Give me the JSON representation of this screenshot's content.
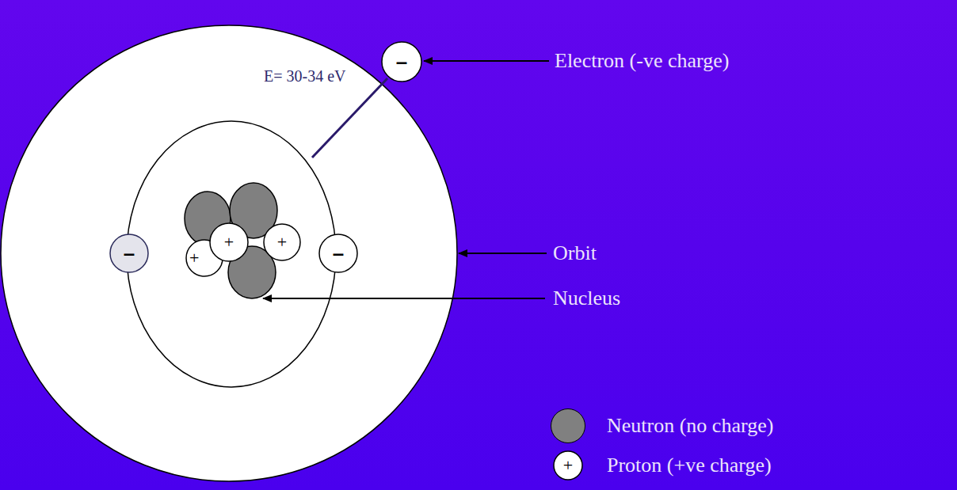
{
  "diagram": {
    "nodes": [
      {
        "text": [
          "–"
        ]
      },
      {
        "text": [
          "–"
        ]
      },
      {
        "text": [
          "+"
        ]
      },
      {
        "text": [
          "+"
        ]
      },
      {
        "text": [
          "+"
        ]
      },
      {
        "text": [
          "–"
        ]
      },
      {
        "text": [
          "+"
        ]
      }
    ],
    "labels": [
      "Electron (-ve charge)",
      "E= 30-34 eV",
      "Orbit",
      "Nucleus"
    ],
    "legend": [
      {
        "text": "Neutron (no charge)",
        "color": "#808080"
      },
      {
        "text": "Proton (+ve charge)"
      }
    ]
  }
}
